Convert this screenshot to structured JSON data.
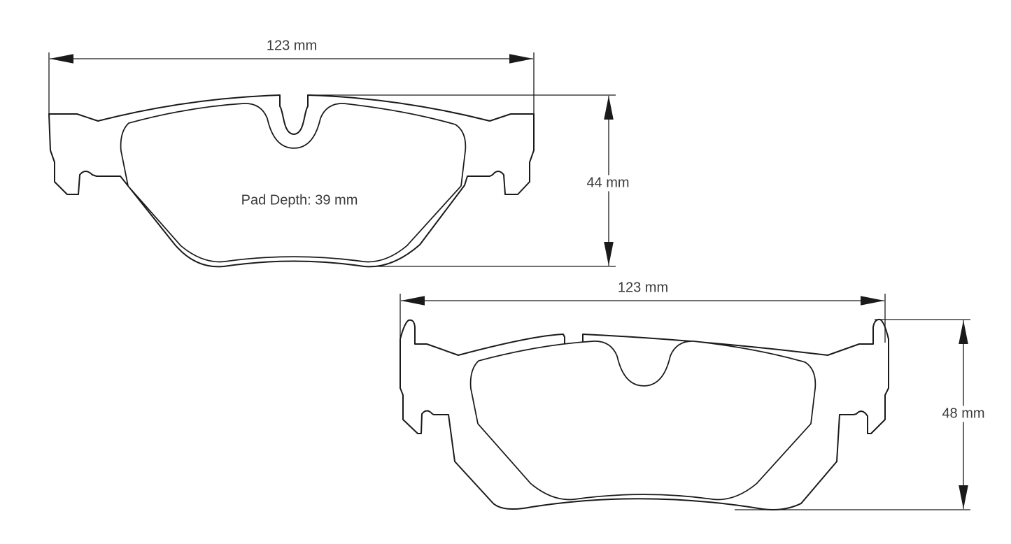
{
  "top_pad": {
    "width_label": "123 mm",
    "height_label": "44 mm",
    "pad_depth_label": "Pad Depth: 39 mm"
  },
  "bottom_pad": {
    "width_label": "123 mm",
    "height_label": "48 mm"
  }
}
